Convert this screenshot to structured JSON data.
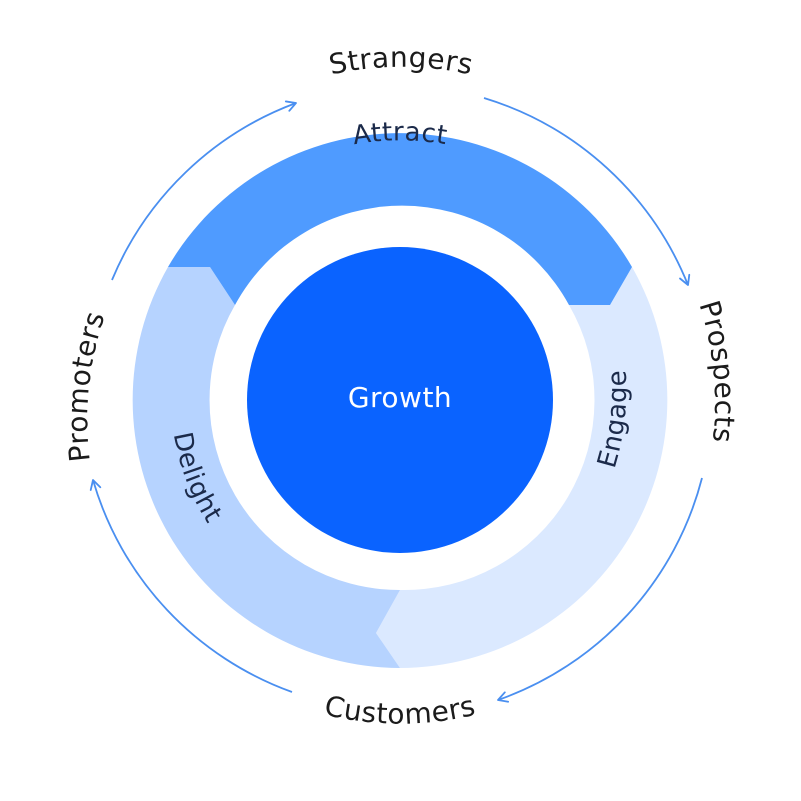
{
  "center": {
    "label": "Growth",
    "color": "#0a63ff"
  },
  "phases": [
    {
      "key": "attract",
      "label": "Attract",
      "color": "#4f9bff"
    },
    {
      "key": "engage",
      "label": "Engage",
      "color": "#dbe9ff"
    },
    {
      "key": "delight",
      "label": "Delight",
      "color": "#b6d3ff"
    }
  ],
  "stages": [
    {
      "key": "strangers",
      "label": "Strangers"
    },
    {
      "key": "prospects",
      "label": "Prospects"
    },
    {
      "key": "customers",
      "label": "Customers"
    },
    {
      "key": "promoters",
      "label": "Promoters"
    }
  ],
  "arrow_color": "#4a8ff0"
}
